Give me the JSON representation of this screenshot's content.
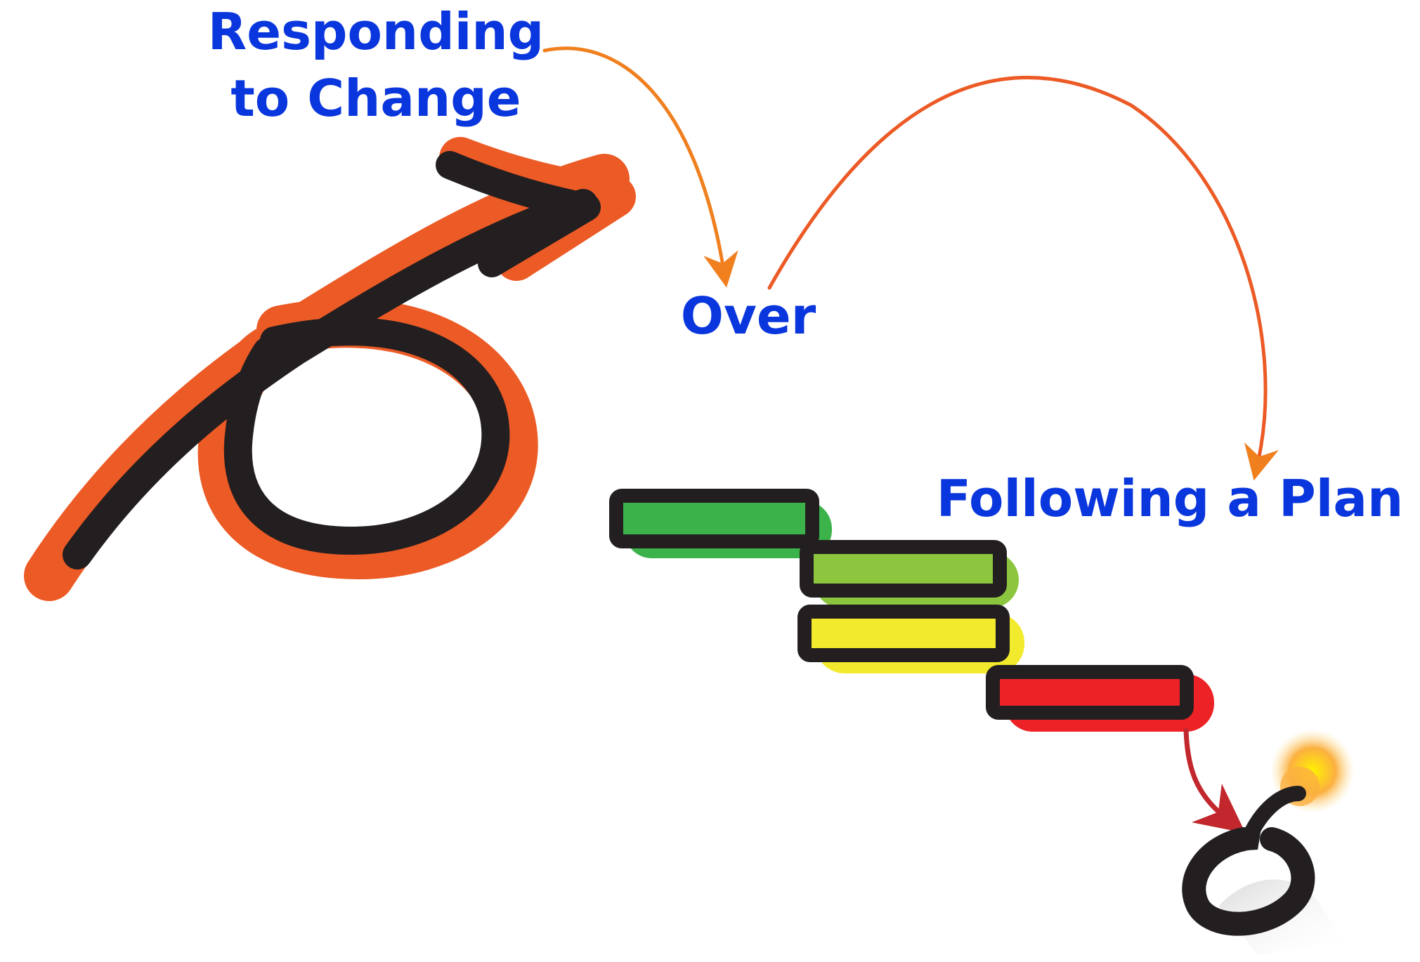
{
  "labels": {
    "responding_line1": "Responding",
    "responding_line2": "to Change",
    "over": "Over",
    "following": "Following a Plan"
  },
  "colors": {
    "text_blue": "#0a36dd",
    "arrow_orange": "#f07f1e",
    "scribble_orange": "#ec5a25",
    "ink": "#231f20",
    "green": "#3bb24a",
    "light_green": "#8cc63f",
    "yellow": "#f2ea2d",
    "red": "#ec2227",
    "dark_red": "#c1272d",
    "spark": "#fbb040"
  },
  "plan_steps": [
    {
      "color_name": "green"
    },
    {
      "color_name": "light-green"
    },
    {
      "color_name": "yellow"
    },
    {
      "color_name": "red"
    }
  ],
  "icons": {
    "change_symbol": "looping-arrow-icon",
    "outcome": "bomb-icon"
  }
}
